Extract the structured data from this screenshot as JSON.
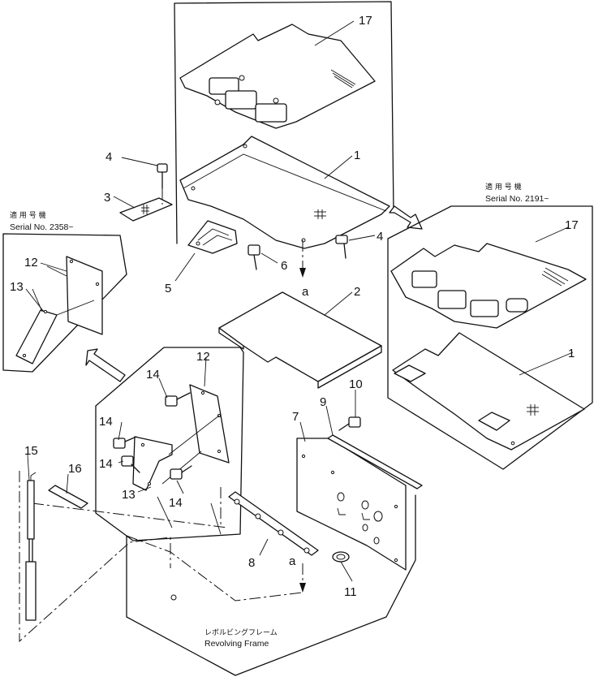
{
  "labels": {
    "p1a": "1",
    "p1b": "1",
    "p2": "2",
    "p3": "3",
    "p4a": "4",
    "p4b": "4",
    "p5": "5",
    "p6": "6",
    "p7": "7",
    "p8": "8",
    "p9": "9",
    "p10": "10",
    "p11": "11",
    "p12a": "12",
    "p12b": "12",
    "p13a": "13",
    "p13b": "13",
    "p14a": "14",
    "p14b": "14",
    "p14c": "14",
    "p14d": "14",
    "p15": "15",
    "p16": "16",
    "p17a": "17",
    "p17b": "17",
    "ref_a_top": "a",
    "ref_a_bottom": "a"
  },
  "notes": {
    "left_applicable_jp": "適 用 号 機",
    "left_serial": "Serial No. 2358~",
    "right_applicable_jp": "適 用 号 機",
    "right_serial": "Serial No. 2191~",
    "frame_jp": "レボルビングフレーム",
    "frame_en": "Revolving Frame"
  }
}
